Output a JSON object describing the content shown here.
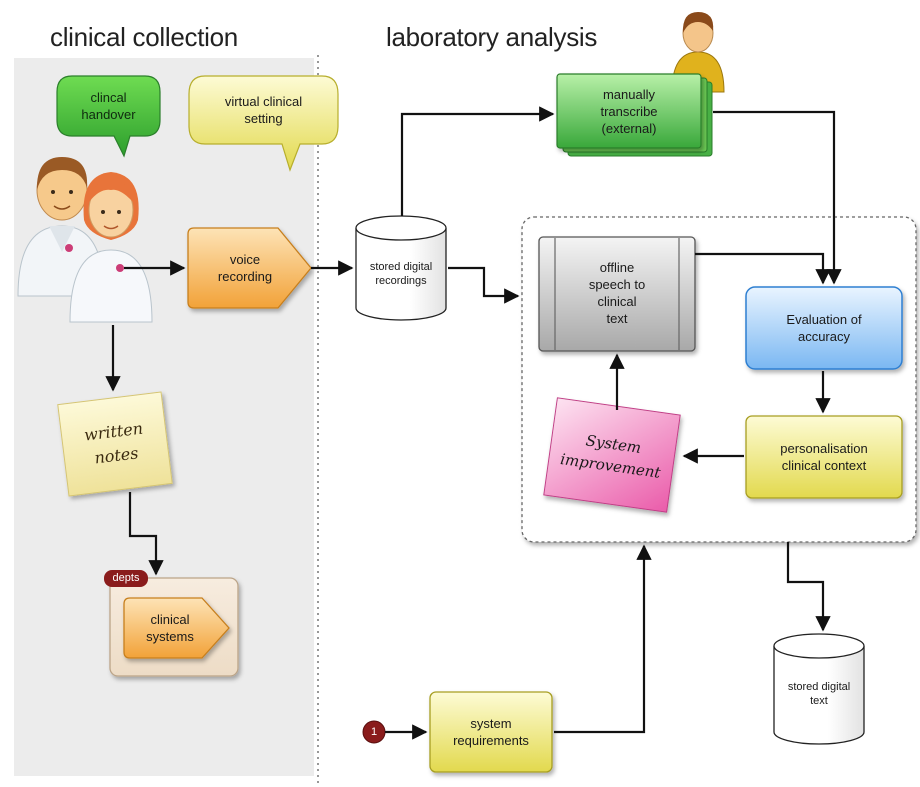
{
  "sections": {
    "left_title": "clinical collection",
    "right_title": "laboratory analysis"
  },
  "bubbles": {
    "clinical_handover": [
      "clincal",
      "handover"
    ],
    "virtual_setting": [
      "virtual clinical",
      "setting"
    ]
  },
  "nodes": {
    "voice_recording": [
      "voice",
      "recording"
    ],
    "stored_recordings": [
      "stored digital",
      "recordings"
    ],
    "manual_transcribe": [
      "manually",
      "transcribe",
      "(external)"
    ],
    "offline_speech": [
      "offline",
      "speech to",
      "clinical",
      "text"
    ],
    "evaluation": [
      "Evaluation of",
      "accuracy"
    ],
    "personalisation": [
      "personalisation",
      "clinical context"
    ],
    "system_improvement": [
      "System",
      "improvement"
    ],
    "written_notes": [
      "written",
      "notes"
    ],
    "depts_badge": "depts",
    "clinical_systems": [
      "clinical",
      "systems"
    ],
    "stored_text": [
      "stored digital",
      "text"
    ],
    "system_requirements": [
      "system",
      "requirements"
    ],
    "start_marker": "1"
  },
  "colors": {
    "green": "#3fae3f",
    "yellow": "#e6e05a",
    "orange": "#f0a43c",
    "blue": "#4d9be8",
    "grey": "#9a9a9a",
    "pink": "#e64aa0",
    "note": "#f7efad",
    "dark_red": "#8a1c1c",
    "left_panel": "#ececec"
  },
  "icons": {
    "clinicians": "two-clinicians-icon",
    "transcriber": "person-icon"
  }
}
